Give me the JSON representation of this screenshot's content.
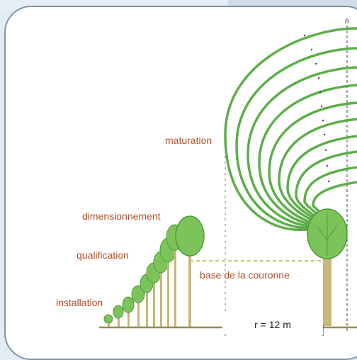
{
  "labels": {
    "maturation": "maturation",
    "dimensionnement": "dimensionnement",
    "qualification": "qualification",
    "installation": "installation",
    "base_couronne": "base de la couronne",
    "radius": "r = 12 m",
    "h_axis": "h"
  },
  "colors": {
    "label": "#b44d29",
    "crown_outline": "#5cae4a",
    "crown_fill": "#7cc35a",
    "trunk": "#c8b77a",
    "ground": "#9a8a4a",
    "panel_border": "#7d94ab",
    "background": "#e3ecf3"
  }
}
